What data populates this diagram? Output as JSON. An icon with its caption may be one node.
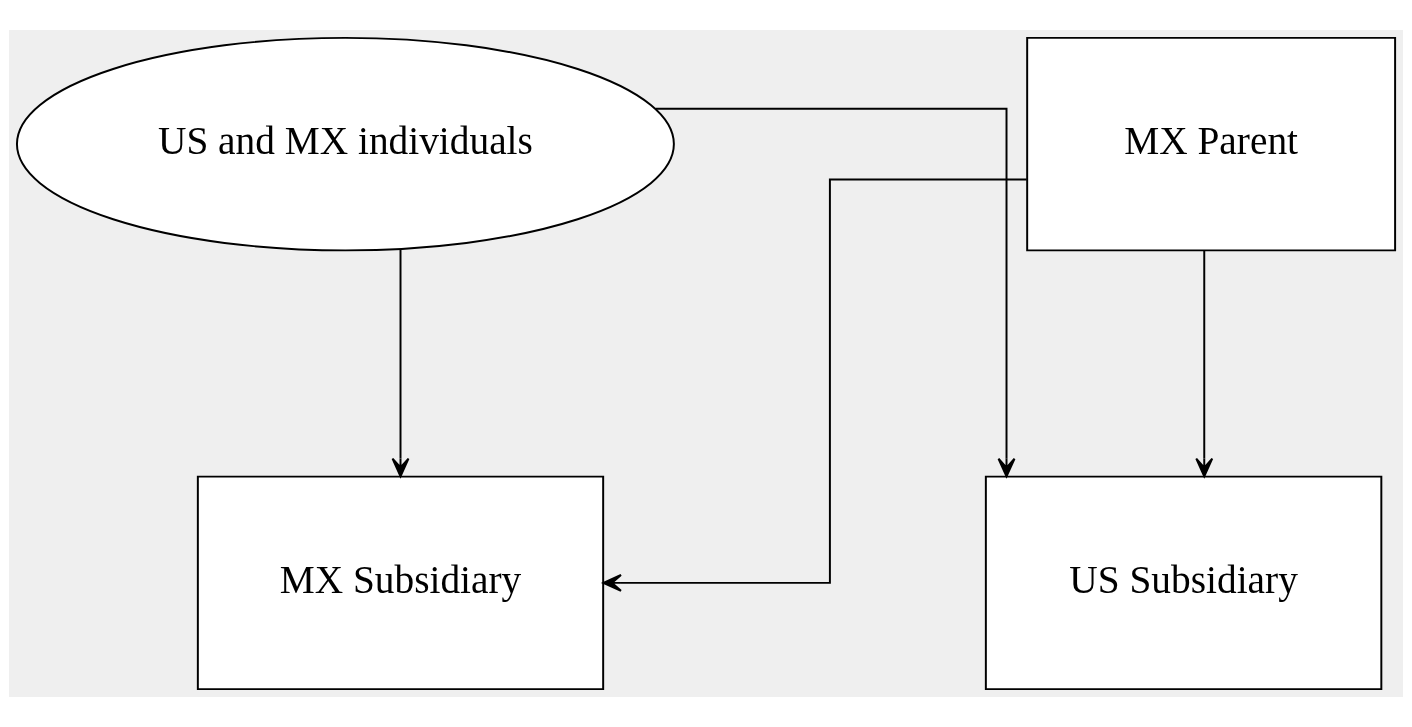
{
  "diagram": {
    "nodes": [
      {
        "text": [
          "US and MX individuals"
        ]
      },
      {
        "text": [
          "MX Parent"
        ]
      },
      {
        "text": [
          "MX Subsidiary"
        ]
      },
      {
        "text": [
          "US Subsidiary"
        ]
      }
    ],
    "edges": [
      {
        "from": 0,
        "to": 2,
        "arrow": "to"
      },
      {
        "from": 0,
        "to": 3,
        "arrow": "to"
      },
      {
        "from": 1,
        "to": 2,
        "arrow": "to"
      },
      {
        "from": 1,
        "to": 3,
        "arrow": "to"
      }
    ]
  }
}
